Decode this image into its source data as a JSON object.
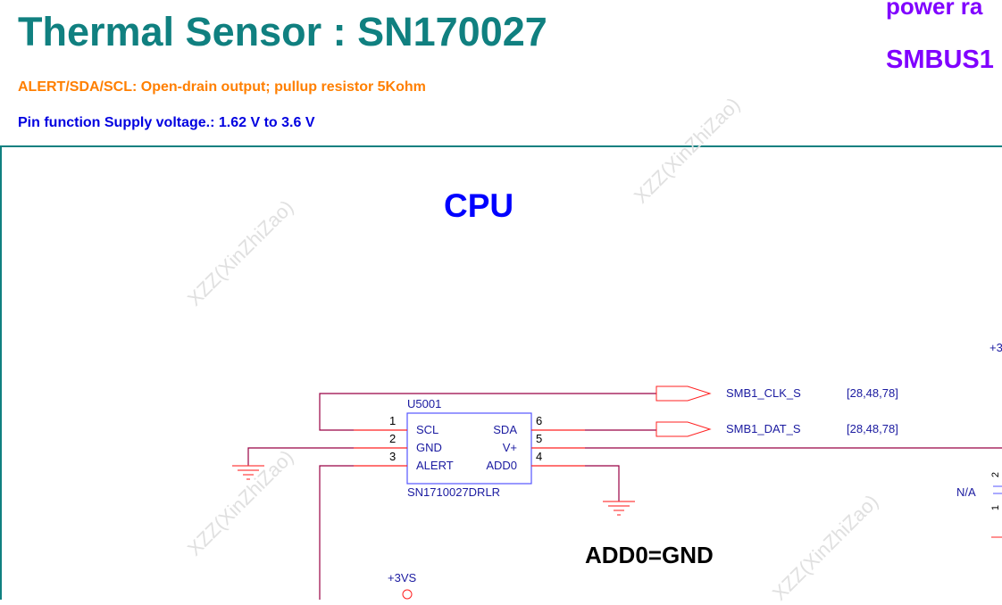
{
  "header": {
    "title": "Thermal Sensor : SN170027",
    "note_orange": "ALERT/SDA/SCL: Open-drain output; pullup resistor 5Kohm",
    "note_blue": "Pin function Supply voltage.: 1.62 V to 3.6 V",
    "power_rail": "power ra",
    "smbus": "SMBUS1"
  },
  "section_label": "CPU",
  "annotation": "ADD0=GND",
  "watermark": "XZZ(XinZhiZao)",
  "chip": {
    "refdes": "U5001",
    "part": "SN1710027DRLR",
    "pins": [
      {
        "num": "1",
        "name": "SCL"
      },
      {
        "num": "2",
        "name": "GND"
      },
      {
        "num": "3",
        "name": "ALERT"
      },
      {
        "num": "6",
        "name": "SDA"
      },
      {
        "num": "5",
        "name": "V+"
      },
      {
        "num": "4",
        "name": "ADD0"
      }
    ]
  },
  "nets": [
    {
      "name": "SMB1_CLK_S",
      "ref": "[28,48,78]"
    },
    {
      "name": "SMB1_DAT_S",
      "ref": "[28,48,78]"
    }
  ],
  "power_labels": {
    "vs": "+3VS",
    "right_partial": "+3"
  },
  "right_part": {
    "value": "N/A",
    "pin2": "2",
    "pin1": "1"
  },
  "colors": {
    "title": "#108080",
    "orange": "#ff7f00",
    "blue": "#0000ff",
    "purple": "#8000ff",
    "wire": "#990044",
    "pin": "#ff0000"
  }
}
